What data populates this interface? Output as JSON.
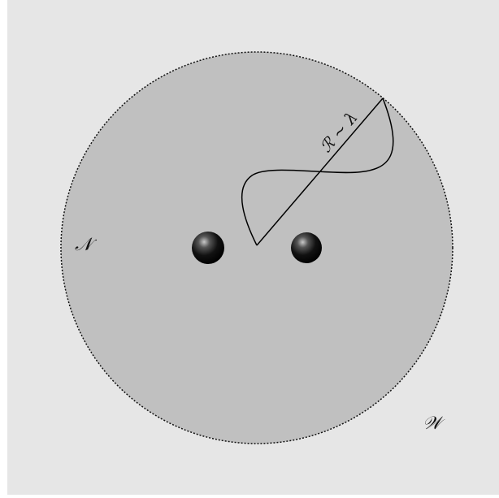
{
  "diagram": {
    "near_zone_label": "𝒩",
    "wave_zone_label": "𝒲",
    "radius_label": "ℛ ~ λ",
    "colors": {
      "background": "#e6e6e6",
      "near_zone_fill": "#c0c0c0",
      "outline": "#111111",
      "body": "#000000"
    },
    "icons": [
      "black-hole-left",
      "black-hole-right",
      "wave-curve"
    ]
  }
}
